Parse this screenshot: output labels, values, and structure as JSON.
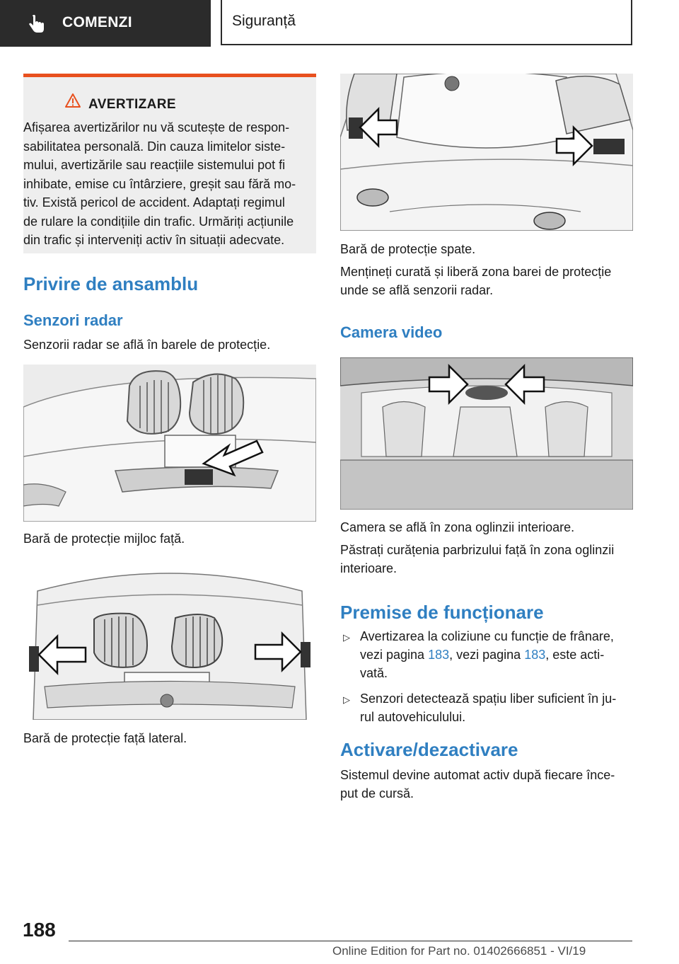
{
  "header": {
    "section_label": "COMENZI",
    "page_title": "Siguranță"
  },
  "warning": {
    "title": "AVERTIZARE",
    "lines": [
      "Afișarea avertizărilor nu vă scutește de respon-",
      "sabilitatea personală. Din cauza limitelor siste-",
      "mului, avertizările sau reacțiile sistemului pot fi",
      "inhibate, emise cu întârziere, greșit sau fără mo-",
      "tiv. Există pericol de accident. Adaptați regimul",
      "de rulare la condițiile din trafic. Urmăriți acțiunile",
      "din trafic și interveniți activ în situații adecvate."
    ]
  },
  "left": {
    "h1": "Privire de ansamblu",
    "h2": "Senzori radar",
    "intro": "Senzorii radar se află în barele de protecție.",
    "caption1": "Bară de protecție mijloc față.",
    "caption2": "Bară de protecție față lateral."
  },
  "right": {
    "caption_rear": "Bară de protecție spate.",
    "rear_text_1": "Mențineți curată și liberă zona barei de protecție",
    "rear_text_2": "unde se află senzorii radar.",
    "camera_heading": "Camera video",
    "camera_caption": "Camera se află în zona oglinzii interioare.",
    "camera_text_1": "Păstrați curățenia parbrizului față în zona oglinzii",
    "camera_text_2": "interioare.",
    "premise_heading": "Premise de funcționare",
    "bullet1_line1": "Avertizarea la coliziune cu funcție de frânare,",
    "bullet1_line2_a": "vezi pagina ",
    "bullet1_ref1": "183",
    "bullet1_line2_b": ", vezi pagina ",
    "bullet1_ref2": "183",
    "bullet1_line2_c": ", este acti-",
    "bullet1_line3": "vată.",
    "bullet2_line1": "Senzori detectează spațiu liber suficient în ju-",
    "bullet2_line2": "rul autovehiculului.",
    "activation_heading": "Activare/dezactivare",
    "activation_line1": "Sistemul devine automat activ după fiecare înce-",
    "activation_line2": "put de cursă."
  },
  "footer": {
    "page_number": "188",
    "edition": "Online Edition for Part no. 01402666851 - VI/19"
  },
  "colors": {
    "accent_blue": "#2f7fc1",
    "warning_orange": "#e8501e",
    "header_dark": "#2b2b2b"
  }
}
